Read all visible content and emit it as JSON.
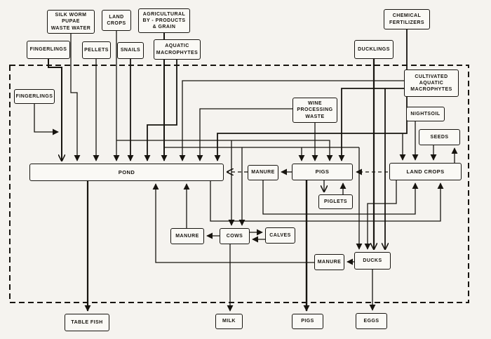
{
  "colors": {
    "background": "#f5f3ef",
    "ink": "#17140f",
    "box_fill": "#faf9f5"
  },
  "boxes": {
    "silk_worm_pupae_waste_water": "SILK WORM\nPUPAE\nWASTE WATER",
    "land_crops_input": "LAND\nCROPS",
    "agricultural_byproducts_grain": "AGRICULTURAL\nBY - PRODUCTS\n& GRAIN",
    "chemical_fertilizers": "CHEMICAL\nFERTILIZERS",
    "fingerlings_external": "FINGERLINGS",
    "pellets": "PELLETS",
    "snails": "SNAILS",
    "aquatic_macrophytes": "AQUATIC\nMACROPHYTES",
    "ducklings": "DUCKLINGS",
    "fingerlings_internal": "FINGERLINGS",
    "cultivated_aquatic_macrophytes": "CULTIVATED\nAQUATIC\nMACROPHYTES",
    "wine_processing_waste": "WINE\nPROCESSING\nWASTE",
    "nightsoil": "NIGHTSOIL",
    "seeds": "SEEDS",
    "pond": "POND",
    "manure_pig": "MANURE",
    "pigs": "PIGS",
    "land_crops_main": "LAND CROPS",
    "piglets": "PIGLETS",
    "manure_cow": "MANURE",
    "cows": "COWS",
    "calves": "CALVES",
    "manure_duck": "MANURE",
    "ducks": "DUCKS",
    "table_fish": "TABLE FISH",
    "milk": "MILK",
    "pigs_output": "PIGS",
    "eggs": "EGGS"
  },
  "edges": [
    {
      "from": "FINGERLINGS (external)",
      "to": "POND",
      "style": "solid"
    },
    {
      "from": "FINGERLINGS (internal)",
      "to": "POND",
      "style": "solid"
    },
    {
      "from": "SILK WORM PUPAE WASTE WATER",
      "to": "POND",
      "style": "solid"
    },
    {
      "from": "PELLETS",
      "to": "POND",
      "style": "solid"
    },
    {
      "from": "LAND CROPS (input)",
      "to": "POND",
      "style": "solid"
    },
    {
      "from": "LAND CROPS (input)",
      "to": "PIGS",
      "style": "solid"
    },
    {
      "from": "LAND CROPS (input)",
      "to": "COWS",
      "style": "solid"
    },
    {
      "from": "SNAILS",
      "to": "POND",
      "style": "solid"
    },
    {
      "from": "AGRICULTURAL BY-PRODUCTS & GRAIN",
      "to": "POND",
      "style": "solid"
    },
    {
      "from": "AGRICULTURAL BY-PRODUCTS & GRAIN",
      "to": "PIGS",
      "style": "solid"
    },
    {
      "from": "AGRICULTURAL BY-PRODUCTS & GRAIN",
      "to": "COWS",
      "style": "solid"
    },
    {
      "from": "AGRICULTURAL BY-PRODUCTS & GRAIN",
      "to": "DUCKS",
      "style": "solid"
    },
    {
      "from": "AQUATIC MACROPHYTES",
      "to": "POND",
      "style": "solid"
    },
    {
      "from": "CULTIVATED AQUATIC MACROPHYTES",
      "to": "POND",
      "style": "solid"
    },
    {
      "from": "CULTIVATED AQUATIC MACROPHYTES",
      "to": "PIGS",
      "style": "solid"
    },
    {
      "from": "CULTIVATED AQUATIC MACROPHYTES",
      "to": "DUCKS",
      "style": "solid"
    },
    {
      "from": "WINE PROCESSING WASTE",
      "to": "POND",
      "style": "solid"
    },
    {
      "from": "WINE PROCESSING WASTE",
      "to": "PIGS",
      "style": "solid"
    },
    {
      "from": "CHEMICAL FERTILIZERS",
      "to": "POND",
      "style": "solid"
    },
    {
      "from": "CHEMICAL FERTILIZERS",
      "to": "LAND CROPS",
      "style": "solid"
    },
    {
      "from": "DUCKLINGS",
      "to": "DUCKS",
      "style": "solid"
    },
    {
      "from": "NIGHTSOIL",
      "to": "LAND CROPS",
      "style": "solid"
    },
    {
      "from": "SEEDS",
      "to": "LAND CROPS",
      "style": "solid"
    },
    {
      "from": "LAND CROPS",
      "to": "SEEDS",
      "style": "solid"
    },
    {
      "from": "LAND CROPS",
      "to": "PIGS",
      "style": "dashed"
    },
    {
      "from": "LAND CROPS",
      "to": "DUCKS",
      "style": "solid"
    },
    {
      "from": "PIGS",
      "to": "MANURE (pig)",
      "style": "solid"
    },
    {
      "from": "MANURE (pig)",
      "to": "POND",
      "style": "dashed"
    },
    {
      "from": "MANURE (pig)",
      "to": "LAND CROPS",
      "style": "solid"
    },
    {
      "from": "PIGS",
      "to": "PIGLETS",
      "style": "solid"
    },
    {
      "from": "PIGLETS",
      "to": "PIGS",
      "style": "solid"
    },
    {
      "from": "PIGS",
      "to": "PIGS (output)",
      "style": "solid"
    },
    {
      "from": "POND",
      "to": "LAND CROPS",
      "style": "solid"
    },
    {
      "from": "COWS",
      "to": "MANURE (cow)",
      "style": "solid"
    },
    {
      "from": "MANURE (cow)",
      "to": "POND",
      "style": "solid"
    },
    {
      "from": "COWS",
      "to": "CALVES",
      "style": "solid"
    },
    {
      "from": "CALVES",
      "to": "COWS",
      "style": "solid"
    },
    {
      "from": "COWS",
      "to": "MILK",
      "style": "solid"
    },
    {
      "from": "DUCKS",
      "to": "MANURE (duck)",
      "style": "solid"
    },
    {
      "from": "MANURE (duck)",
      "to": "POND",
      "style": "solid"
    },
    {
      "from": "DUCKS",
      "to": "EGGS",
      "style": "solid"
    },
    {
      "from": "POND",
      "to": "TABLE FISH",
      "style": "solid"
    }
  ]
}
